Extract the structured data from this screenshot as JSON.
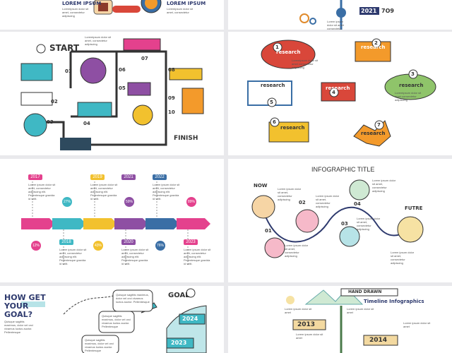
{
  "slide1": {
    "title_a": "LOREM IPSUM",
    "title_b": "LOREM IPSUM",
    "desc_a": "Loremipsum dolor sit amet, consectetur adipiscing",
    "desc_b": "Loremipsum dolor sit amet, consectetur"
  },
  "slide2": {
    "year": "2021",
    "number": "7O9",
    "desc": "Lorem ipsum dolor sit amet consectetur adipiscing"
  },
  "slide3": {
    "start": "START",
    "finish": "FINISH",
    "steps": [
      "01",
      "02",
      "03",
      "04",
      "05",
      "06",
      "07",
      "08",
      "09",
      "10"
    ],
    "body": "Loremipsum dolor sit amet, consectetur adipiscing"
  },
  "slide4": {
    "label": "research",
    "steps": [
      "1",
      "2",
      "3",
      "4",
      "5",
      "6",
      "7"
    ],
    "body": "Loremipsum dolor sit amet consectetur adipiscing"
  },
  "slide5": {
    "years_top": [
      "2017",
      "2019",
      "2021",
      "2022"
    ],
    "years_bottom": [
      "2018",
      "2020",
      "2023"
    ],
    "pct_top": [
      "27%",
      "59%",
      "89%"
    ],
    "pct_bottom": [
      "12%",
      "43%",
      "76%"
    ],
    "body": "Lorem ipsum dolor sit amet, consectetur adipiscing elit. Pellentesque gravida id velit."
  },
  "slide6": {
    "title": "INFOGRAPHIC TITLE",
    "now": "NOW",
    "future": "FUTRE",
    "steps": [
      "01",
      "02",
      "03",
      "04"
    ],
    "body": "Lorem ipsum dolor sit amet, consectetur adipiscing"
  },
  "slide7": {
    "heading": [
      "HOW GET",
      "YOUR",
      "GOAL?"
    ],
    "goal": "GOAL",
    "years": [
      "2024",
      "2023"
    ],
    "body": "Quisque sagittis maximus, dolor vel orci vivamus luctus auctor. Pellentesque"
  },
  "slide8": {
    "hand": "HAND DRAWN",
    "title": "Timeline Infographics",
    "years": [
      "2013",
      "2014"
    ],
    "body": "Lorem ipsum dolor sit amet"
  },
  "colors": {
    "purple": "#8e4fa3",
    "yellow": "#f2c12e",
    "teal": "#3fb8c4",
    "pink": "#e4418d",
    "orange": "#f39a2b",
    "red": "#d9473a"
  }
}
